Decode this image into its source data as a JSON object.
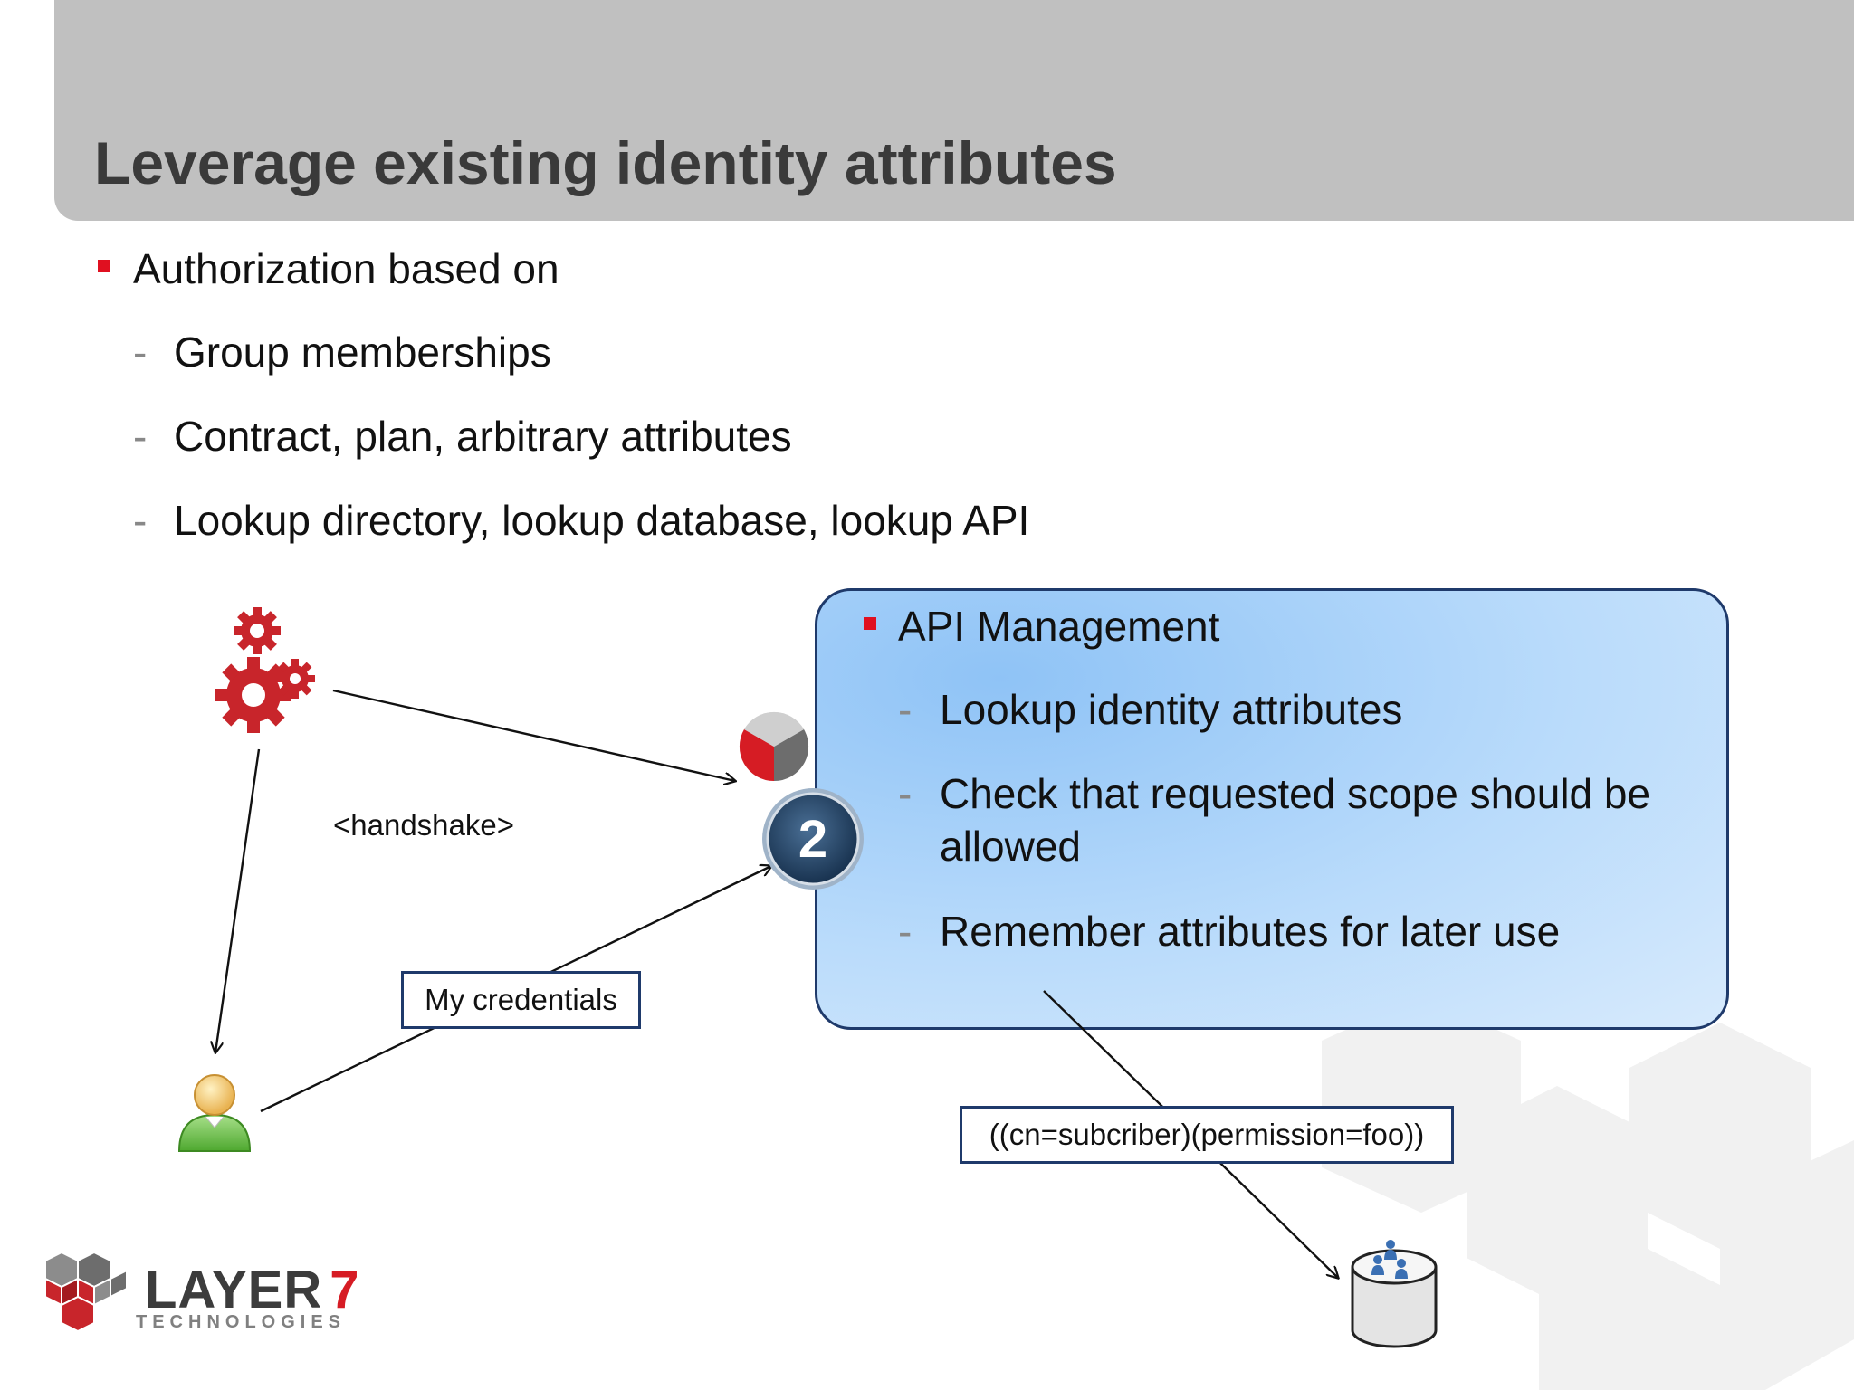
{
  "slide": {
    "title": "Leverage existing identity attributes"
  },
  "bullets": {
    "main": "Authorization based on",
    "subs": [
      "Group memberships",
      "Contract, plan, arbitrary attributes",
      "Lookup directory, lookup database, lookup API"
    ],
    "dash": "-"
  },
  "api_box": {
    "heading": "API Management",
    "items": [
      "Lookup identity attributes",
      "Check that requested scope should be",
      "allowed",
      "Remember attributes for later use"
    ]
  },
  "diagram": {
    "handshake_label": "<handshake>",
    "credentials_label": "My credentials",
    "ldap_query_label": "((cn=subcriber)(permission=foo))",
    "oauth_number": "2"
  },
  "logo": {
    "name": "LAYER",
    "number": "7",
    "tagline": "TECHNOLOGIES"
  },
  "colors": {
    "accent_red": "#e01020",
    "header_gray": "#c0c0c0",
    "box_border": "#1f3a6b",
    "box_fill": "#b9dbfb"
  },
  "icons": [
    "gears-icon",
    "user-icon",
    "api-gateway-icon",
    "oauth2-badge-icon",
    "directory-database-icon"
  ]
}
